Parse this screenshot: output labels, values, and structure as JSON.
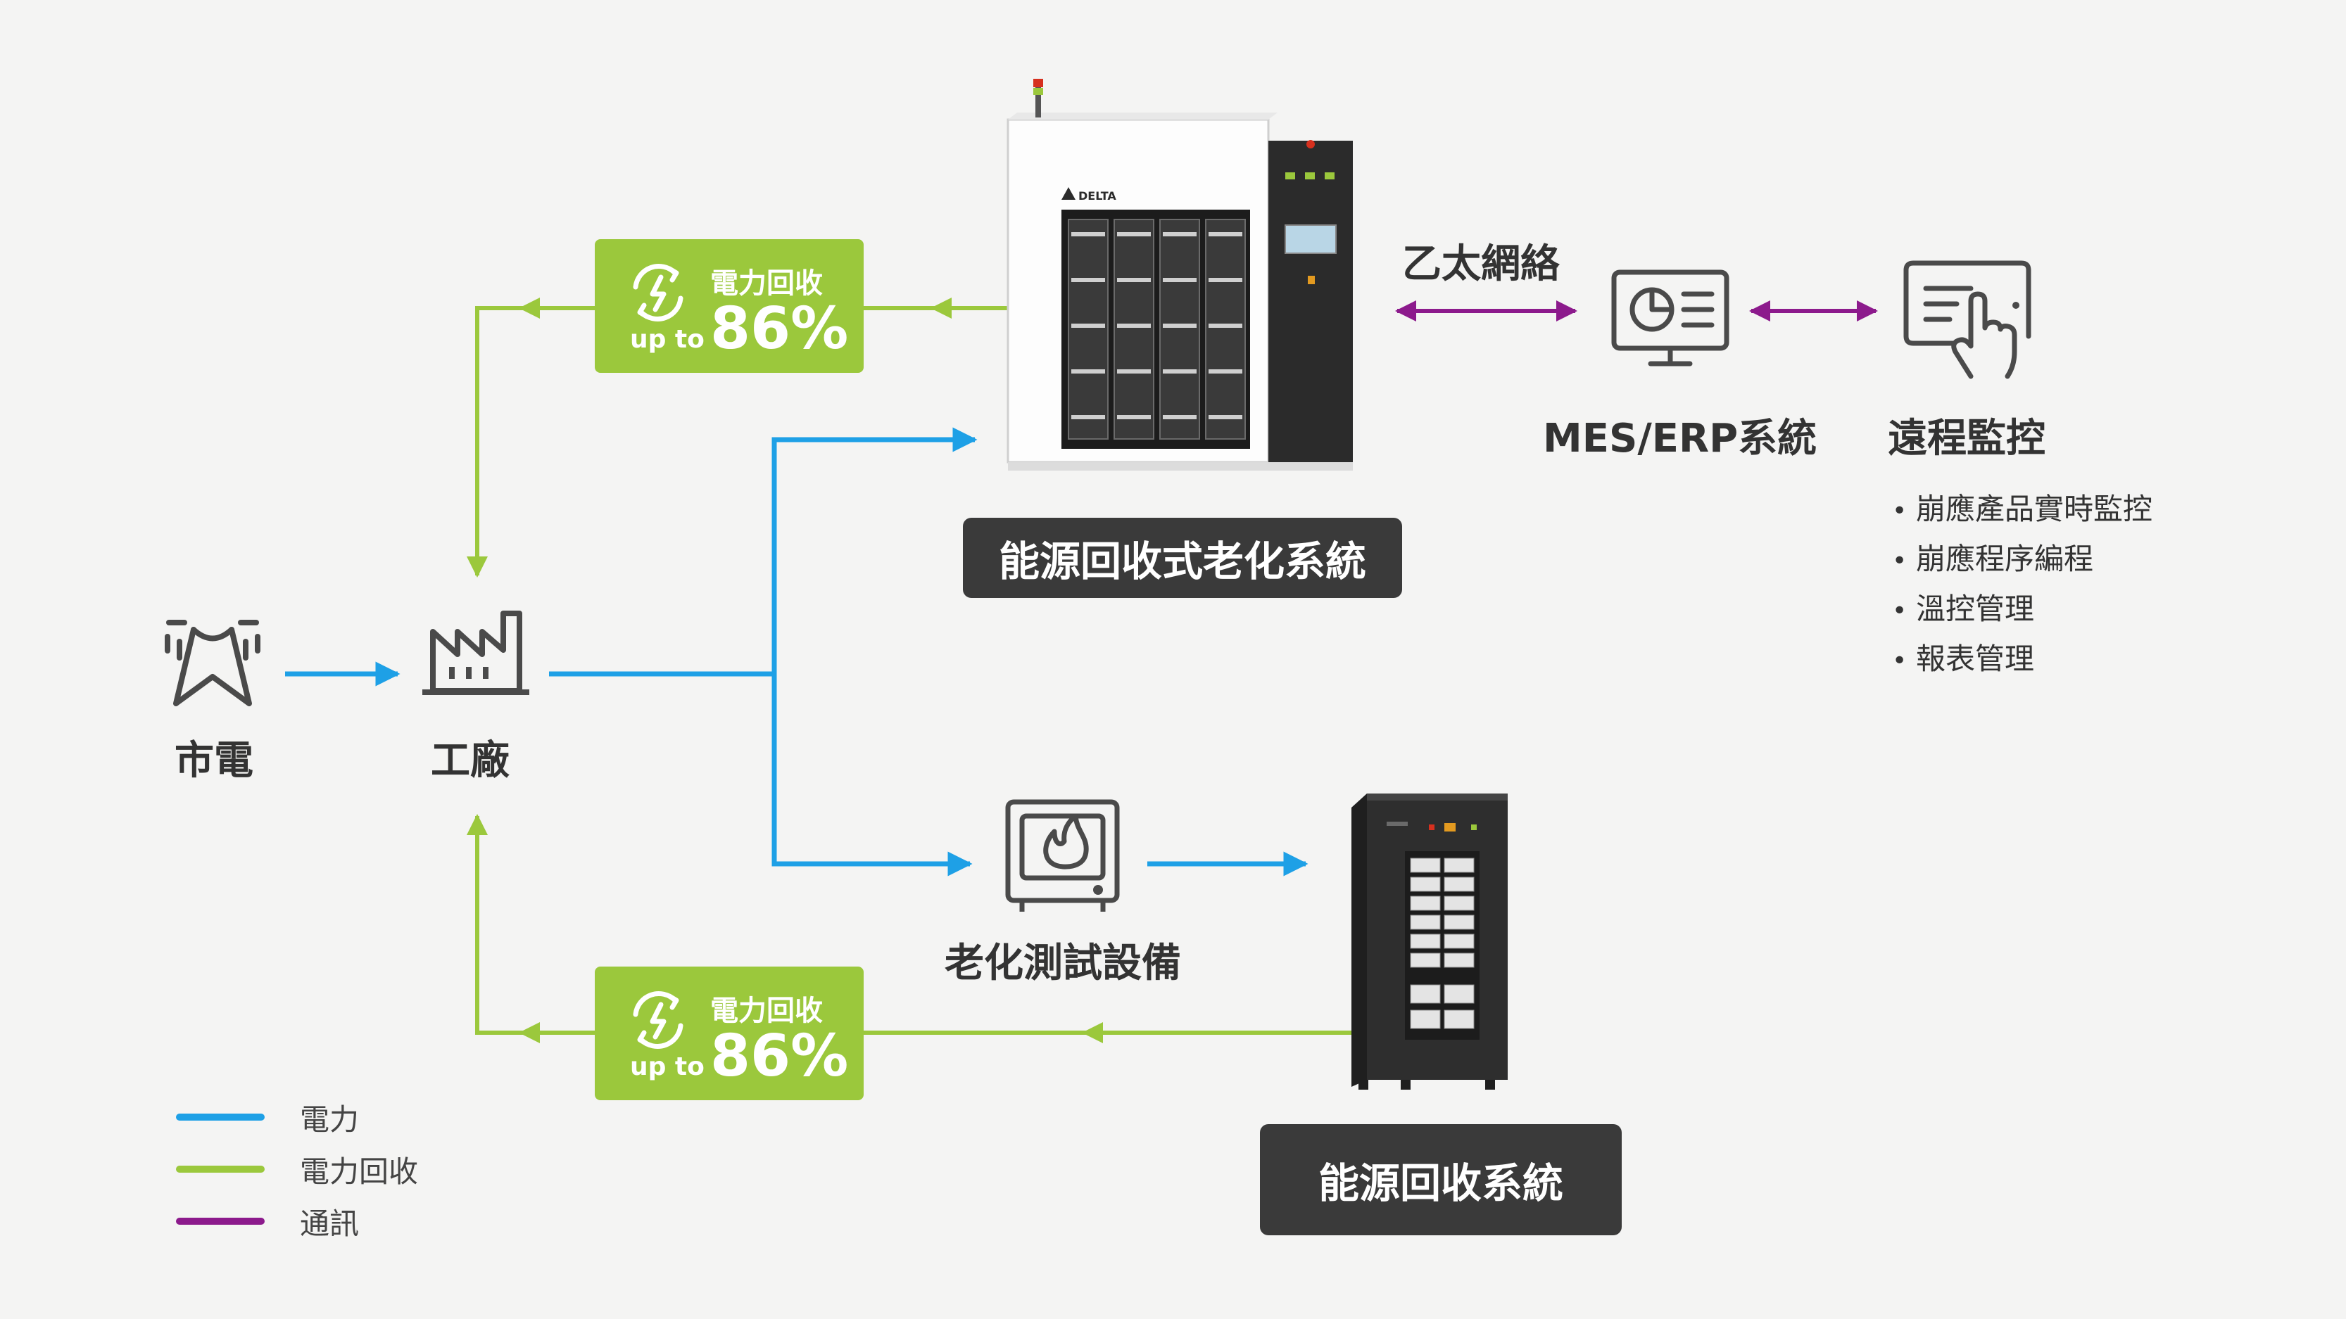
{
  "colors": {
    "power": "#1ea0e6",
    "recovery": "#9bc83c",
    "communication": "#8c1a8c",
    "dark_label_bg": "#3a3a3a"
  },
  "nodes": {
    "grid": {
      "label": "市電",
      "icon": "transmission-tower-icon"
    },
    "factory": {
      "label": "工廠",
      "icon": "factory-icon"
    },
    "aging_test_equipment": {
      "label": "老化測試設備",
      "icon": "burn-in-oven-icon"
    },
    "mes_erp": {
      "label": "MES/ERP系統",
      "icon": "monitor-chart-icon"
    },
    "remote_monitoring": {
      "label": "遠程監控",
      "icon": "touch-tablet-icon"
    }
  },
  "systems": {
    "burn_in_system": "能源回收式老化系統",
    "energy_recovery_system": "能源回收系統"
  },
  "equipment_brand": "DELTA",
  "ethernet_label": "乙太網絡",
  "badges": [
    {
      "title": "電力回收",
      "prefix": "up to",
      "value": "86%"
    },
    {
      "title": "電力回收",
      "prefix": "up to",
      "value": "86%"
    }
  ],
  "remote_features": [
    "崩應產品實時監控",
    "崩應程序編程",
    "溫控管理",
    "報表管理"
  ],
  "legend": [
    {
      "label": "電力",
      "color": "#1ea0e6"
    },
    {
      "label": "電力回收",
      "color": "#9bc83c"
    },
    {
      "label": "通訊",
      "color": "#8c1a8c"
    }
  ]
}
